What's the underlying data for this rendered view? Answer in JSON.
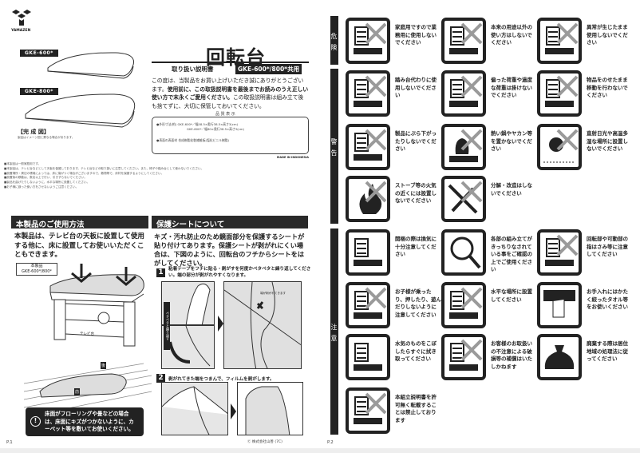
{
  "brand": {
    "name": "YAMAZEN"
  },
  "page1": {
    "models": [
      {
        "label": "GKE-600*"
      },
      {
        "label": "GKE-800*"
      }
    ],
    "finished_label": "【完 成 図】",
    "finished_note": "製品はイメージ図と異なる場合があります。",
    "title": "回転台",
    "subtitle": "取り扱い説明書",
    "model_badge": "GKE-600*/800*共用",
    "intro_plain": "この度は、当製品をお買い上げいただき誠にありがとうございます。",
    "intro_bold": "使用前に、この取扱説明書を最後までお読みのうえ正しい使い方で末永くご愛用ください。",
    "intro_tail": "この取扱説明書は組み立て後も捨てずに、大切に保管しておいてください。",
    "quality": {
      "heading": "品 質 表 示",
      "size_label": "●外形寸法(約)",
      "size_600": "GKE-600*／幅58.5×奥行38.5×高さ3(cm)",
      "size_800": "GKE-800*／幅80×奥行38.5×高さ3(cm)",
      "surface_label": "●表面の表面材",
      "surface_value": "合成樹脂化粧繊維板(塩化ビニル樹脂)",
      "origin": "MADE IN INDONESIA"
    },
    "notes": [
      "■本製品は一般家庭用です。",
      "■本製品は、テレビ台などとして天板を保護しております。テレビ台などの取り扱いに注意してください。また、椅子や踏み台として使わないでください。",
      "■設置場所・周辺の環境によっては、床に傷がつく場合がございますので、敷物等で、床材を保護するようにしてください。",
      "■設置後の移動は、数名以上で行い、引きずらないでください。",
      "■製品を曲げたりしないように、水平な場所に設置してください。",
      "■お子様に誤った使い方をさせないようご注意ください。"
    ],
    "usage": {
      "heading": "本製品のご使用方法",
      "body": "本製品は、テレビ台の天板に設置して使用する他に、床に設置してお使いいただくこともできます。",
      "callout": "本製品\nGKE-600*/800*",
      "tv_stand_label": "テレビ台",
      "back_label": "後",
      "front_label": "前",
      "caution": "床面がフローリングや畳などの場合は、床面にキズがつかないように、カーペット等を敷いてお使いください。"
    },
    "sheet": {
      "heading": "保護シートについて",
      "body": "キズ・汚れ防止のため鏡面部分を保護するシートが貼り付けてあります。保護シートが剥がれにくい場合は、下図のように、回転台のフチからシートをはがしてください。",
      "step1_num": "1",
      "step1": "粘着テープをフチに貼る・剥がすを何度かペタペタと繰り返してください。端の部分が剥がれやすくなります。",
      "step1_arrow_label": "ペタペタと繰り返す",
      "step1_note": "端が剥がれてきます",
      "step2_num": "2",
      "step2": "剥がれてきた端をつまんで、フィルムを剥がします。"
    },
    "copyright": "Ⓒ 株式会社山善 (7C)",
    "page_number": "P.1"
  },
  "page2": {
    "sections": [
      {
        "label": "危険",
        "items": [
          {
            "icon": "commercial-use-icon",
            "text": "家庭用ですので業務用に使用しないでください",
            "prohibited": true
          },
          {
            "icon": "misuse-icon",
            "text": "本来の用途以外の使い方はしないでください",
            "prohibited": true
          },
          {
            "icon": "abnormal-use-icon",
            "text": "異常が生じたまま使用しないでください",
            "prohibited": true
          }
        ]
      },
      {
        "label": "警告",
        "items": [
          {
            "icon": "step-stool-icon",
            "text": "踏み台代わりに使用しないでください",
            "prohibited": true
          },
          {
            "icon": "overload-icon",
            "text": "偏った荷重や過度な荷重は掛けないでください",
            "prohibited": true
          },
          {
            "icon": "moving-icon",
            "text": "物品をのせたまま移動を行わないでください",
            "prohibited": true
          },
          {
            "icon": "hanging-icon",
            "text": "製品にぶら下がったりしないでください",
            "prohibited": true
          },
          {
            "icon": "kettle-icon",
            "text": "熱い鍋やヤカン等を置かないでください",
            "prohibited": true
          },
          {
            "icon": "sunlight-icon",
            "text": "直射日光や高温多湿な場所に設置しないでください",
            "prohibited": true
          },
          {
            "icon": "fire-icon",
            "text": "ストーブ等の火気の近くには設置しないでください",
            "prohibited": true
          },
          {
            "icon": "tools-icon",
            "text": "分解・改造はしないでください",
            "prohibited": true
          }
        ]
      },
      {
        "label": "注意",
        "items": [
          {
            "icon": "ventilation-icon",
            "text": "開梱の際は換気に十分注意してください",
            "prohibited": false
          },
          {
            "icon": "magnifier-icon",
            "text": "各部の組み立てがきっちりなされている事をご確認の上でご使用ください",
            "prohibited": false
          },
          {
            "icon": "pinch-icon",
            "text": "回転部や可動部の指はさみ等に注意してください",
            "prohibited": true
          },
          {
            "icon": "children-icon",
            "text": "お子様が乗ったり、押したり、遊んだりしないように注意してください",
            "prohibited": true
          },
          {
            "icon": "level-icon",
            "text": "水平な場所に設置してください",
            "prohibited": true
          },
          {
            "icon": "cloth-icon",
            "text": "お手入れにはかたく絞ったタオル等をお使いください",
            "prohibited": false
          },
          {
            "icon": "wipe-icon",
            "text": "水気のものをこぼしたらすぐに拭き取ってください",
            "prohibited": false
          },
          {
            "icon": "damage-icon",
            "text": "お客様のお取扱いの不注意による破損等の補償はいたしかねます",
            "prohibited": true
          },
          {
            "icon": "disposal-icon",
            "text": "廃棄する際は居住地域の処理法に従ってください",
            "prohibited": false
          },
          {
            "icon": "copy-icon",
            "text": "本組立説明書を許可無く転載することは禁止しております",
            "prohibited": true
          }
        ]
      }
    ],
    "page_number": "P.2"
  },
  "colors": {
    "ink": "#222222",
    "cross": "#9a9a9a",
    "panel": "#e6e6e6"
  }
}
